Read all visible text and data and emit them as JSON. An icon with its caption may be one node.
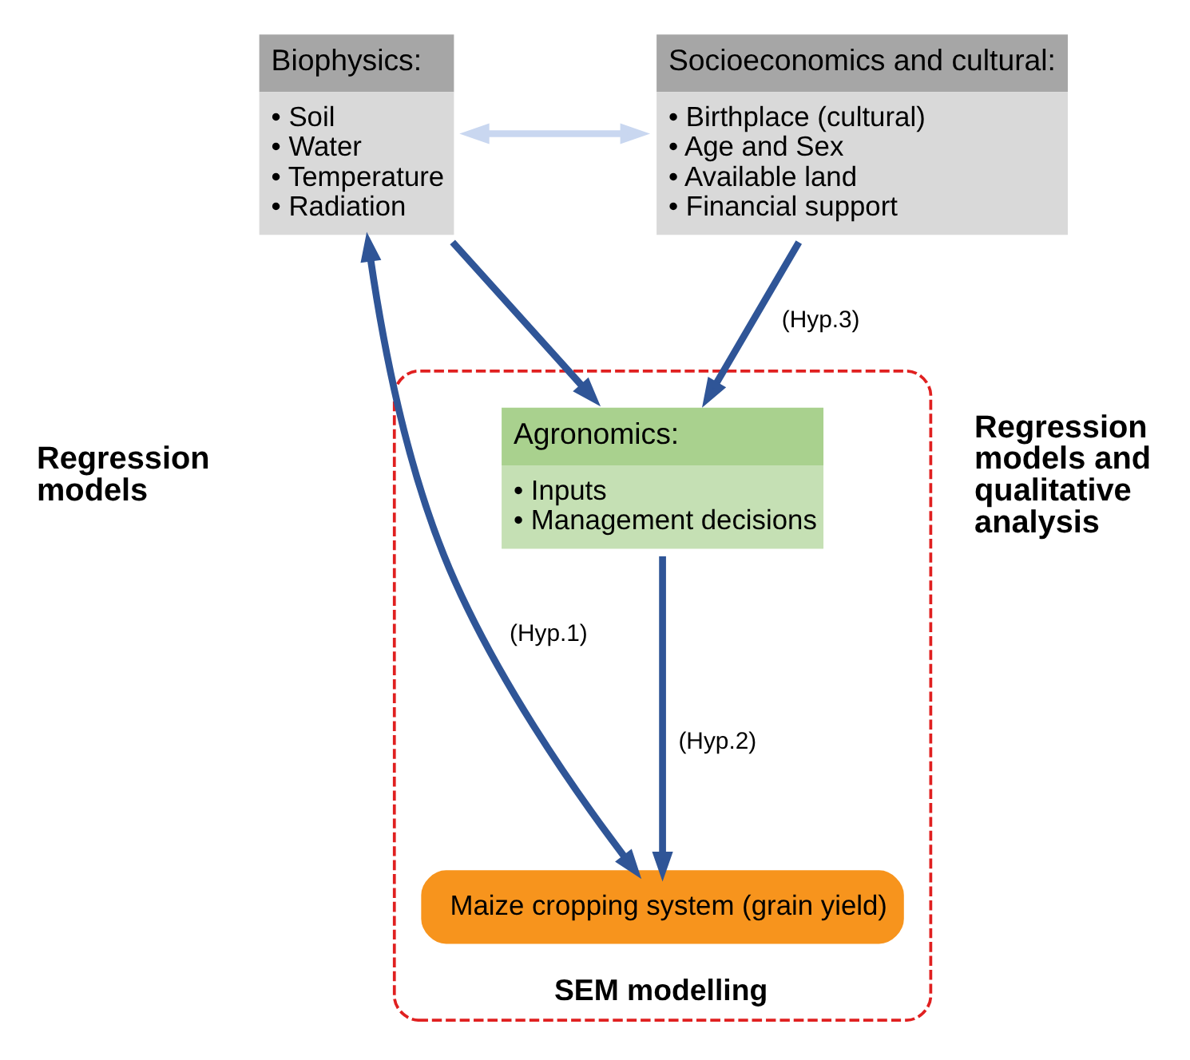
{
  "diagram": {
    "nodes": [
      {
        "text": [
          "Biophysics:",
          "• Soil",
          "• Water",
          "• Temperature",
          "• Radiation"
        ]
      },
      {
        "text": [
          "Socioeconomics and cultural:",
          "• Birthplace (cultural)",
          "• Age and Sex",
          "• Available land",
          "• Financial support"
        ]
      },
      {
        "text": [
          "SEM modelling"
        ]
      },
      {
        "text": [
          "Agronomics:",
          "• Inputs",
          "• Management decisions"
        ],
        "in": 2
      },
      {
        "text": [
          "Maize cropping system (grain yield)"
        ],
        "in": 2
      }
    ],
    "edges": [
      {
        "from": 0,
        "to": 1,
        "arrow": "both",
        "color": "#c9d7f0"
      },
      {
        "from": 0,
        "to": 3,
        "arrow": "to"
      },
      {
        "from": 1,
        "to": 3,
        "arrow": "to",
        "label": "(Hyp.3)"
      },
      {
        "from": 3,
        "to": 4,
        "arrow": "to",
        "label": "(Hyp.2)"
      },
      {
        "from": 0,
        "to": 4,
        "arrow": "both",
        "label": "(Hyp.1)"
      }
    ],
    "labels": [
      "Regression models",
      "Regression models and qualitative analysis"
    ]
  }
}
